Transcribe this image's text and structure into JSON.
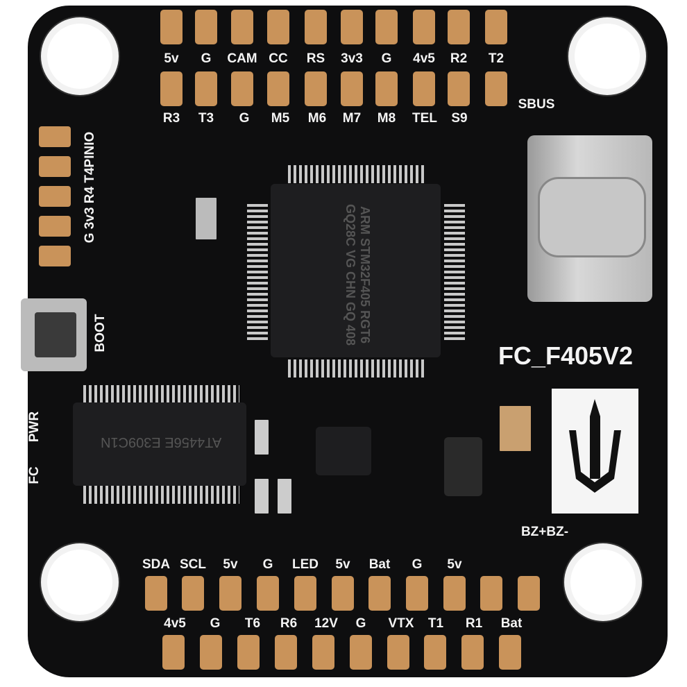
{
  "board": {
    "model_label": "FC_F405V2",
    "sbus_label": "SBUS",
    "boot_label": "BOOT",
    "pwr_label": "PWR",
    "fc_label": "FC",
    "bz_label": "BZ+BZ-",
    "left_pads_label": "G 3v3 R4 T4PINIO",
    "top_row1_labels": [
      "5v",
      "G",
      "CAM",
      "CC",
      "RS",
      "3v3",
      "G",
      "4v5",
      "R2",
      "T2"
    ],
    "top_row2_labels": [
      "R3",
      "T3",
      "G",
      "M5",
      "M6",
      "M7",
      "M8",
      "TEL",
      "S9"
    ],
    "bottom_row1_labels": [
      "SDA",
      "SCL",
      "5v",
      "G",
      "LED",
      "5v",
      "Bat",
      "G",
      "5v"
    ],
    "bottom_row2_labels": [
      "4v5",
      "G",
      "T6",
      "R6",
      "12V",
      "G",
      "VTX",
      "T1",
      "R1",
      "Bat"
    ],
    "mcu_marking": "ARM STM32F405 RGT6 GQ28C VG CHN GQ 408",
    "driver_marking": "AT4456E E309C1N",
    "colors": {
      "pcb": "#0e0e0f",
      "pad": "#c9935a",
      "silk": "#f4f4f4"
    }
  }
}
